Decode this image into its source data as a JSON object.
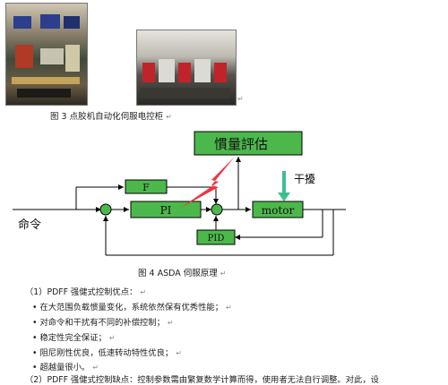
{
  "figure3": {
    "caption": "图 3 点胶机自动化伺服电控柜",
    "mark": "↵",
    "photo_mark": "↵"
  },
  "figure4": {
    "caption": "图 4 ASDA 伺服原理",
    "mark": "↵",
    "blocks": {
      "estimation": "慣量評估",
      "f": "F",
      "pi": "PI",
      "motor": "motor",
      "pid": "PID"
    },
    "labels": {
      "input": "命令",
      "disturbance": "干擾"
    },
    "colors": {
      "block_fill": "#4cb84c",
      "junction_fill": "#4cb84c",
      "lightning": "#f0353f",
      "disturbance_arrow": "#3cc090",
      "line": "#000000"
    }
  },
  "paragraphs": [
    {
      "text": "（1）PDFF 强健式控制优点：",
      "mark": "↵"
    },
    {
      "text": "• 在大范围负载惯量变化，系统依然保有优秀性能；",
      "mark": "↵"
    },
    {
      "text": "• 对命令和干扰有不同的补偿控制；",
      "mark": "↵"
    },
    {
      "text": "• 稳定性完全保证；",
      "mark": "↵"
    },
    {
      "text": "• 阻尼刚性优良，低速转动特性优良；",
      "mark": "↵"
    },
    {
      "text": "• 超越量很小。",
      "mark": "↵"
    },
    {
      "text": "（2）PDFF 强健式控制缺点：控制参数需由繁复数学计算而得，使用者无法自行调整。对此，设",
      "mark": ""
    }
  ]
}
